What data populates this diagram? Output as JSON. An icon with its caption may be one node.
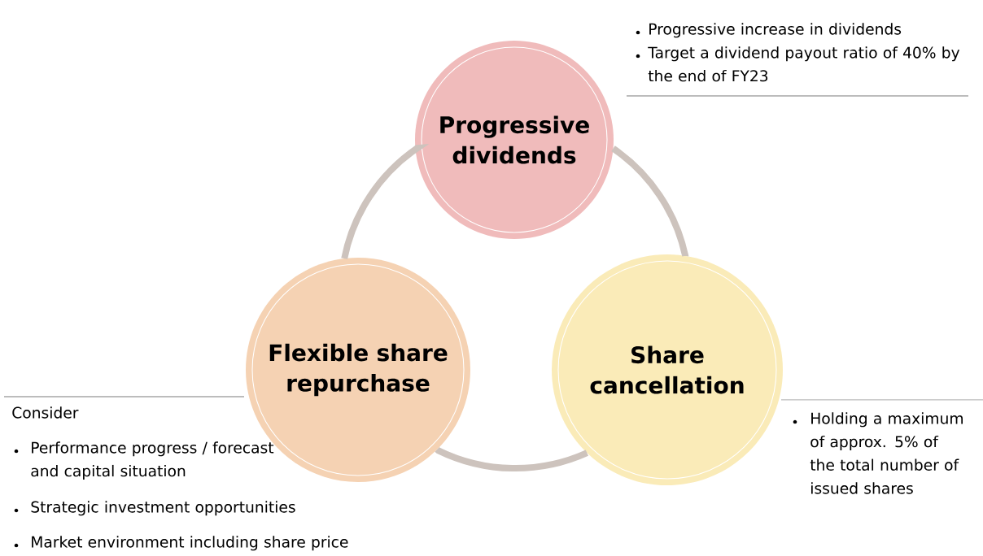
{
  "diagram": {
    "nodes": [
      {
        "text": [
          "Progressive dividends"
        ],
        "beside": [
          "Progressive increase in dividends",
          "Target a dividend payout ratio of 40% by the end of FY23"
        ]
      },
      {
        "text": [
          "Flexible share repurchase"
        ],
        "beside": [
          "Consider",
          "Performance progress / forecast and capital situation",
          "Strategic investment opportunities",
          "Market environment including share price"
        ]
      },
      {
        "text": [
          "Share cancellation"
        ],
        "beside": [
          "Holding a maximum of approx. 5% of the total number of issued shares"
        ]
      }
    ],
    "edges": [
      {
        "from": 0,
        "to": 2,
        "arrow": "none"
      },
      {
        "from": 2,
        "to": 1,
        "arrow": "none"
      },
      {
        "from": 1,
        "to": 0,
        "arrow": "none"
      }
    ]
  }
}
